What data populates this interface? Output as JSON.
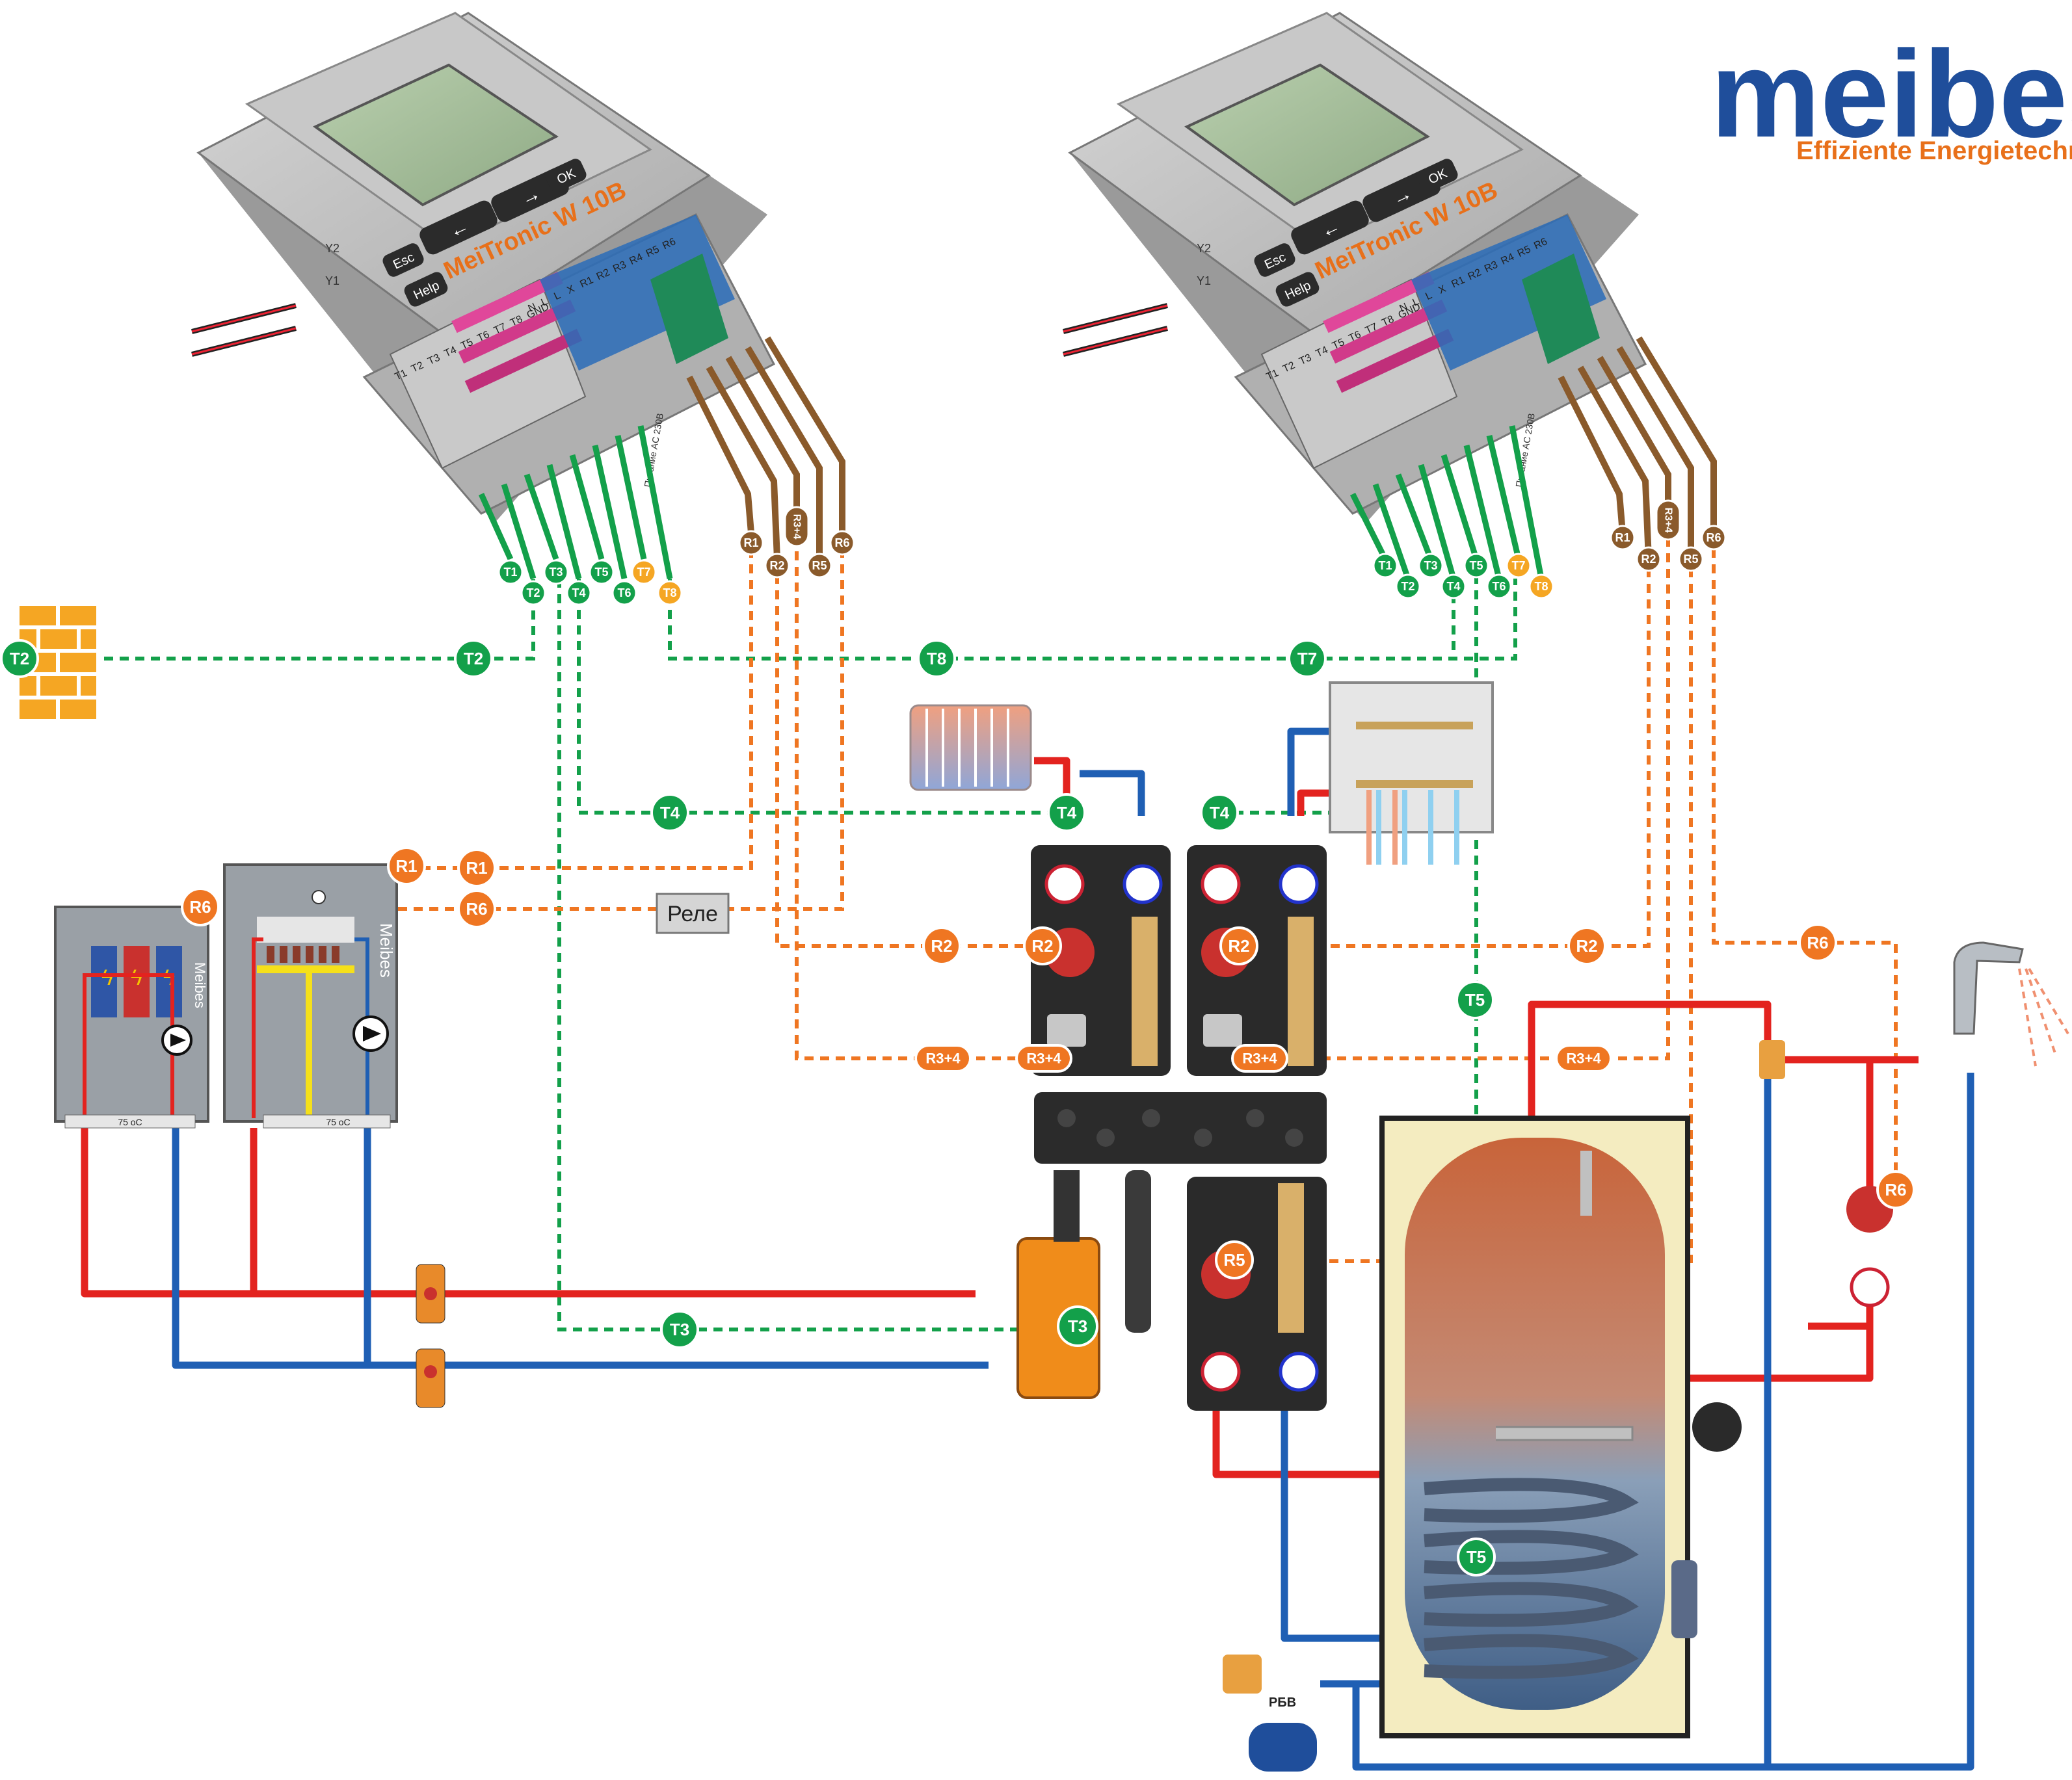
{
  "brand": {
    "logo": "meibes",
    "tagline": "Effiziente Energietechnik",
    "logo_color": "#1f4e9b",
    "tagline_color": "#e8701a"
  },
  "controllers": [
    {
      "title": "MeiTronic W 10B",
      "buttons": {
        "esc": "Esc",
        "help": "Help",
        "ok": "OK"
      },
      "inputs": [
        "Y2",
        "Y1"
      ],
      "sensor_terminals": [
        "T1",
        "T2",
        "T3",
        "T4",
        "T5",
        "T6",
        "T7",
        "T8",
        "GND"
      ],
      "relay_terminals": [
        "N",
        "L",
        "L",
        "X",
        "R1",
        "R2",
        "R3",
        "R4",
        "R5",
        "R6"
      ],
      "power_label": "Питание AC 230В",
      "sensor_tags": [
        "T1",
        "T2",
        "T3",
        "T4",
        "T5",
        "T6",
        "T7",
        "T8"
      ],
      "relay_tags": [
        "R1",
        "R2",
        "R3+4",
        "R5",
        "R6"
      ]
    },
    {
      "title": "MeiTronic W 10B",
      "buttons": {
        "esc": "Esc",
        "help": "Help",
        "ok": "OK"
      },
      "inputs": [
        "Y2",
        "Y1"
      ],
      "sensor_terminals": [
        "T1",
        "T2",
        "T3",
        "T4",
        "T5",
        "T6",
        "T7",
        "T8",
        "GND"
      ],
      "relay_terminals": [
        "N",
        "L",
        "L",
        "X",
        "R1",
        "R2",
        "R3",
        "R4",
        "R5",
        "R6"
      ],
      "power_label": "Питание AC 230В",
      "sensor_tags": [
        "T1",
        "T2",
        "T3",
        "T4",
        "T5",
        "T6",
        "T7",
        "T8"
      ],
      "relay_tags": [
        "R1",
        "R2",
        "R3+4",
        "R5",
        "R6"
      ]
    }
  ],
  "connection_labels": {
    "outdoor_sensor": "T2",
    "outdoor_line": "T2",
    "t8_line": "T8",
    "t7_line": "T7",
    "t4_radiator": "T4",
    "t4_floor": "T4",
    "t4_mid": "T4",
    "r1_boiler": "R1",
    "r1_line": "R1",
    "r6_boiler": "R6",
    "r6_line": "R6",
    "relay_box": "Реле",
    "r2_left": "R2",
    "r2_pump_a": "R2",
    "r2_pump_b": "R2",
    "r2_right": "R2",
    "r34_left": "R3+4",
    "r34_pump_a": "R3+4",
    "r34_pump_b": "R3+4",
    "r34_right": "R3+4",
    "r6_right": "R6",
    "r6_circ": "R6",
    "r5": "R5",
    "t5_line": "T5",
    "t5_tank": "T5",
    "t3_line": "T3",
    "t3_hydro": "T3"
  },
  "devices": {
    "electric_boiler_brand": "Meibes",
    "gas_boiler_brand": "Meibes",
    "boiler_temp_a": "75 oC",
    "boiler_temp_b": "75 oC",
    "expansion_tank": "РБВ"
  },
  "colors": {
    "sensor_green": "#13a04a",
    "relay_orange": "#ef7622",
    "relay_brown": "#8a5a2b",
    "supply_red": "#e3231f",
    "return_blue": "#1f5fb4",
    "controller_grey": "#bdbdbd"
  }
}
